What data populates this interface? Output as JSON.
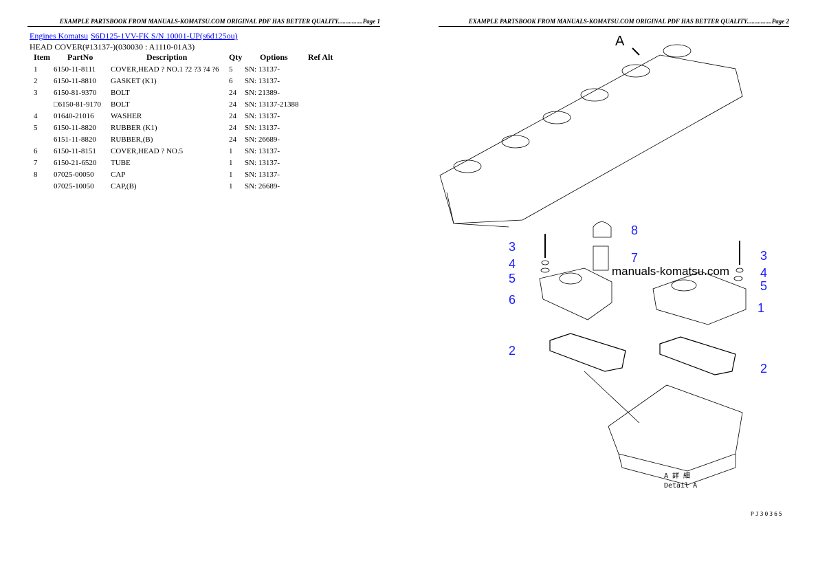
{
  "page1_header": "EXAMPLE PARTSBOOK FROM MANUALS-KOMATSU.COM ORIGINAL PDF HAS BETTER QUALITY................Page 1",
  "page2_header": "EXAMPLE PARTSBOOK FROM MANUALS-KOMATSU.COM ORIGINAL PDF HAS BETTER QUALITY................Page 2",
  "breadcrumb": {
    "link1": "Engines Komatsu",
    "link2": "S6D125-1VV-FK S/N 10001-UP(s6d125ou)"
  },
  "subtitle": "HEAD COVER(#13137-)(030030 : A1110-01A3)",
  "columns": [
    "Item",
    "PartNo",
    "Description",
    "Qty",
    "Options",
    "Ref Alt"
  ],
  "rows": [
    [
      "1",
      "6150-11-8111",
      "COVER,HEAD ? NO.1 ?2 ?3 ?4 ?6",
      "5",
      "SN: 13137-",
      ""
    ],
    [
      "2",
      "6150-11-8810",
      "GASKET (K1)",
      "6",
      "SN: 13137-",
      ""
    ],
    [
      "3",
      "6150-81-9370",
      "BOLT",
      "24",
      "SN: 21389-",
      ""
    ],
    [
      "",
      "□6150-81-9170",
      "BOLT",
      "24",
      "SN: 13137-21388",
      ""
    ],
    [
      "4",
      "01640-21016",
      "WASHER",
      "24",
      "SN: 13137-",
      ""
    ],
    [
      "5",
      "6150-11-8820",
      "RUBBER (K1)",
      "24",
      "SN: 13137-",
      ""
    ],
    [
      "",
      "6151-11-8820",
      "RUBBER,(B)",
      "24",
      "SN: 26689-",
      ""
    ],
    [
      "6",
      "6150-11-8151",
      "COVER,HEAD ? NO.5",
      "1",
      "SN: 13137-",
      ""
    ],
    [
      "7",
      "6150-21-6520",
      "TUBE",
      "1",
      "SN: 13137-",
      ""
    ],
    [
      "8",
      "07025-00050",
      "CAP",
      "1",
      "SN: 13137-",
      ""
    ],
    [
      "",
      "07025-10050",
      "CAP,(B)",
      "1",
      "SN: 26689-",
      ""
    ]
  ],
  "diagram": {
    "view_label": "A",
    "callouts": [
      "8",
      "7",
      "3",
      "4",
      "5",
      "6",
      "3",
      "4",
      "5",
      "1",
      "2",
      "2"
    ],
    "watermark": "manuals-komatsu.com",
    "detail_jp": "A 詳 細",
    "detail_en": "Detail A",
    "figure_code": "PJ30365",
    "link_color": "#0000ff",
    "callout_color": "#1a1aff"
  }
}
